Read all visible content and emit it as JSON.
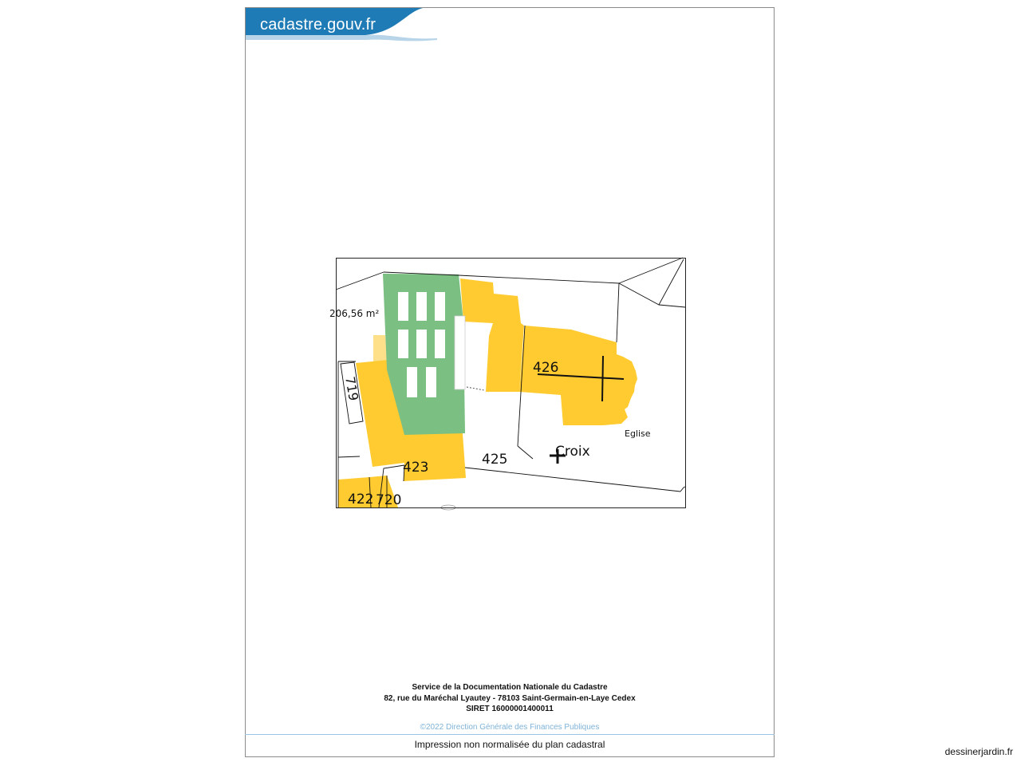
{
  "header": {
    "brand": "cadastre.gouv.fr"
  },
  "map": {
    "area_label": "206,56 m²",
    "parcels": [
      "426",
      "719",
      "423",
      "425",
      "422",
      "720"
    ],
    "place_labels": {
      "croix": "Croix",
      "eglise": "Eglise"
    },
    "colors": {
      "building_hard": "#ffcb30",
      "building_light": "#ffe08a",
      "greenhouse": "#7bbf82",
      "parcel_line": "#111111",
      "frame": "#222222"
    }
  },
  "footer": {
    "line1": "Service de la Documentation Nationale du Cadastre",
    "line2": "82, rue du Maréchal Lyautey - 78103 Saint-Germain-en-Laye Cedex",
    "line3": "SIRET 16000001400011",
    "copyright": "©2022 Direction Générale des Finances Publiques",
    "print_note": "Impression non normalisée du plan cadastral"
  },
  "credit": "dessinerjardin.fr",
  "brand_color": "#1e7bb5"
}
